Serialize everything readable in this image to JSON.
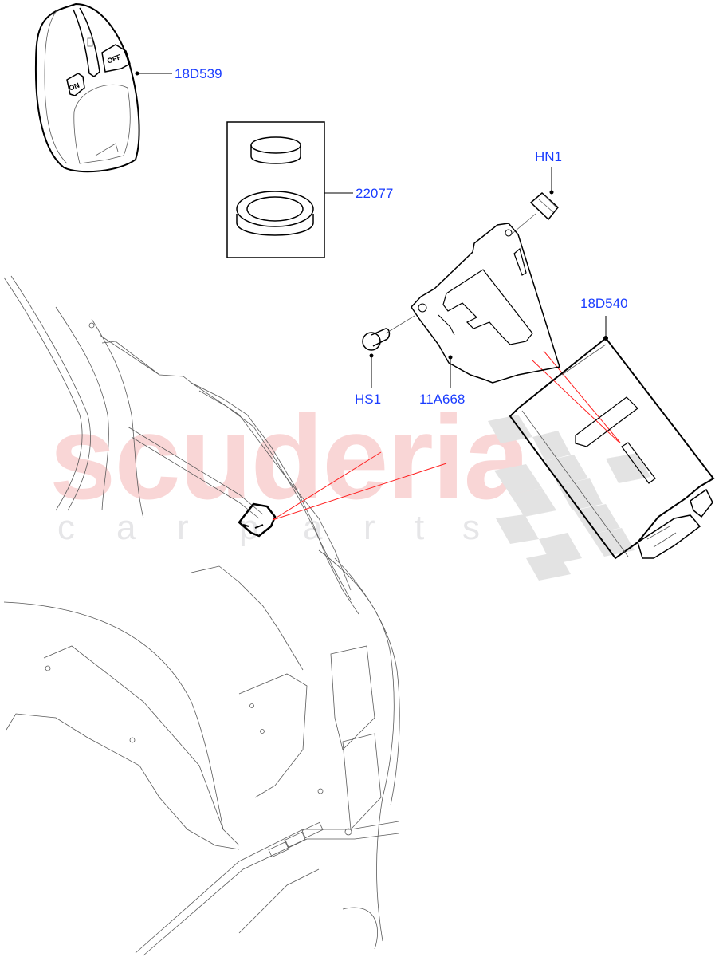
{
  "diagram": {
    "type": "exploded parts diagram",
    "subject": "Remote engine start / fuel-fired heater remote control and module mounting, rear quarter body",
    "watermark": {
      "main": "scuderia",
      "sub_letters": [
        "c",
        "a",
        "r",
        "p",
        "a",
        "r",
        "t",
        "s"
      ],
      "main_color": "#f9d6d6",
      "sub_color": "#e6e6e8"
    },
    "colors": {
      "callout_text": "#1a3cff",
      "leader_line": "#000000",
      "reference_line": "#ff2020",
      "drawing_line": "#5a5a5a"
    },
    "parts": [
      {
        "id": "18D539",
        "label": "18D539",
        "description": "Remote control transmitter",
        "button_labels": [
          "ON",
          "OFF"
        ]
      },
      {
        "id": "22077",
        "label": "22077",
        "description": "Cap and grommet set (boxed)"
      },
      {
        "id": "HN1",
        "label": "HN1",
        "description": "Clip nut"
      },
      {
        "id": "HS1",
        "label": "HS1",
        "description": "Screw / push pin"
      },
      {
        "id": "11A668",
        "label": "11A668",
        "description": "Mounting bracket"
      },
      {
        "id": "18D540",
        "label": "18D540",
        "description": "Receiver module"
      }
    ]
  }
}
